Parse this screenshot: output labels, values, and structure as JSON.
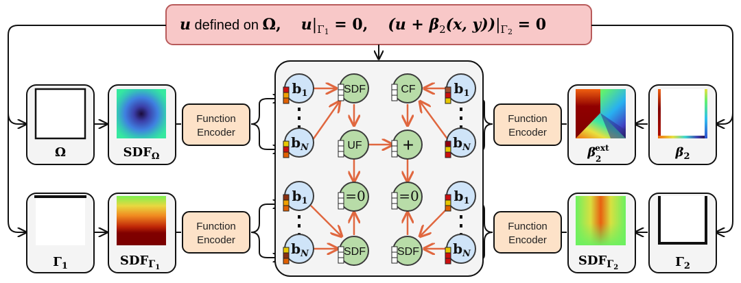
{
  "header": {
    "constraint_parts": {
      "u1": "u",
      "defined_on": " defined on ",
      "omega": "Ω,",
      "u2": "u",
      "bar1": "|",
      "gamma1_sub": "Γ",
      "gamma1_subsub": "1",
      "eq1": " = 0,",
      "open": "(u + ",
      "beta": "β",
      "beta_sub": "2",
      "xy": "(x, y))",
      "bar2": "|",
      "gamma2_sub": "Γ",
      "gamma2_subsub": "2",
      "eq2": " = 0"
    }
  },
  "left_top": {
    "domain_label": "Ω",
    "sdf_label": "SDF",
    "sdf_sub": "Ω",
    "encoder_line1": "Function",
    "encoder_line2": "Encoder"
  },
  "left_bottom": {
    "domain_label": "Γ",
    "domain_sub": "1",
    "sdf_label": "SDF",
    "sdf_sub": "Γ",
    "sdf_subsub": "1",
    "encoder_line1": "Function",
    "encoder_line2": "Encoder"
  },
  "right_top": {
    "domain_label": "β",
    "domain_sub": "2",
    "ext_label": "β",
    "ext_sub": "2",
    "ext_sup": "ext",
    "encoder_line1": "Function",
    "encoder_line2": "Encoder"
  },
  "right_bottom": {
    "domain_label": "Γ",
    "domain_sub": "2",
    "sdf_label": "SDF",
    "sdf_sub": "Γ",
    "sdf_subsub": "2",
    "encoder_line1": "Function",
    "encoder_line2": "Encoder"
  },
  "graph": {
    "basis_first": "b",
    "basis_first_sub": "1",
    "basis_last": "b",
    "basis_last_sub": "N",
    "ops": {
      "sdf_top": "SDF",
      "cf": "CF",
      "uf": "UF",
      "plus": "+",
      "eq0_left": "=0",
      "eq0_right": "=0",
      "sdf_bottom_left": "SDF",
      "sdf_bottom_right": "SDF"
    }
  },
  "colors": {
    "constraint_fill": "#f8c8c8",
    "constraint_stroke": "#b85a5a",
    "encoder_fill": "#fde2c8",
    "basis_fill": "#cfe4f8",
    "op_fill": "#b8dca8",
    "edge": "#e0673f",
    "panel_fill": "#f4f4f4"
  }
}
